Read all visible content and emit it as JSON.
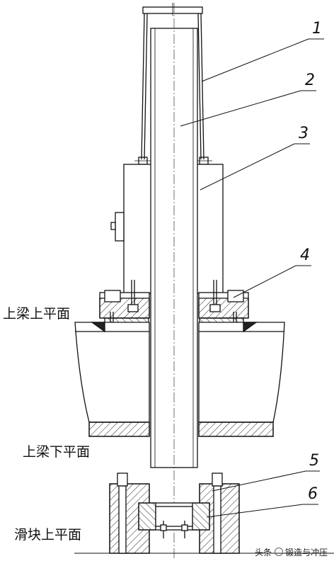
{
  "callouts": [
    "1",
    "2",
    "3",
    "4",
    "5",
    "6"
  ],
  "surface_labels": {
    "upper_beam_top": "上梁上平面",
    "upper_beam_bottom": "上梁下平面",
    "slider_top": "滑块上平面"
  },
  "watermark": {
    "source": "头条",
    "account": "锻造与冲压"
  }
}
